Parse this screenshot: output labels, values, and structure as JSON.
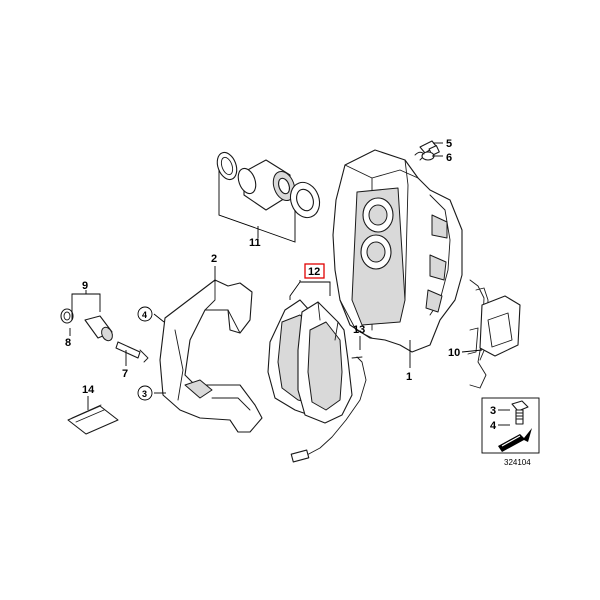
{
  "callouts": [
    {
      "id": "1",
      "text": "1"
    },
    {
      "id": "2",
      "text": "2"
    },
    {
      "id": "3_circle",
      "text": "3"
    },
    {
      "id": "4_circle",
      "text": "4"
    },
    {
      "id": "5",
      "text": "5"
    },
    {
      "id": "6",
      "text": "6"
    },
    {
      "id": "7",
      "text": "7"
    },
    {
      "id": "8",
      "text": "8"
    },
    {
      "id": "9",
      "text": "9"
    },
    {
      "id": "10",
      "text": "10"
    },
    {
      "id": "11",
      "text": "11"
    },
    {
      "id": "12",
      "text": "12"
    },
    {
      "id": "13",
      "text": "13"
    },
    {
      "id": "14",
      "text": "14"
    },
    {
      "id": "3_legend",
      "text": "3"
    },
    {
      "id": "4_legend",
      "text": "4"
    }
  ],
  "highlight": {
    "callout": "12",
    "color": "#e00000"
  },
  "diagram_number": "324104"
}
